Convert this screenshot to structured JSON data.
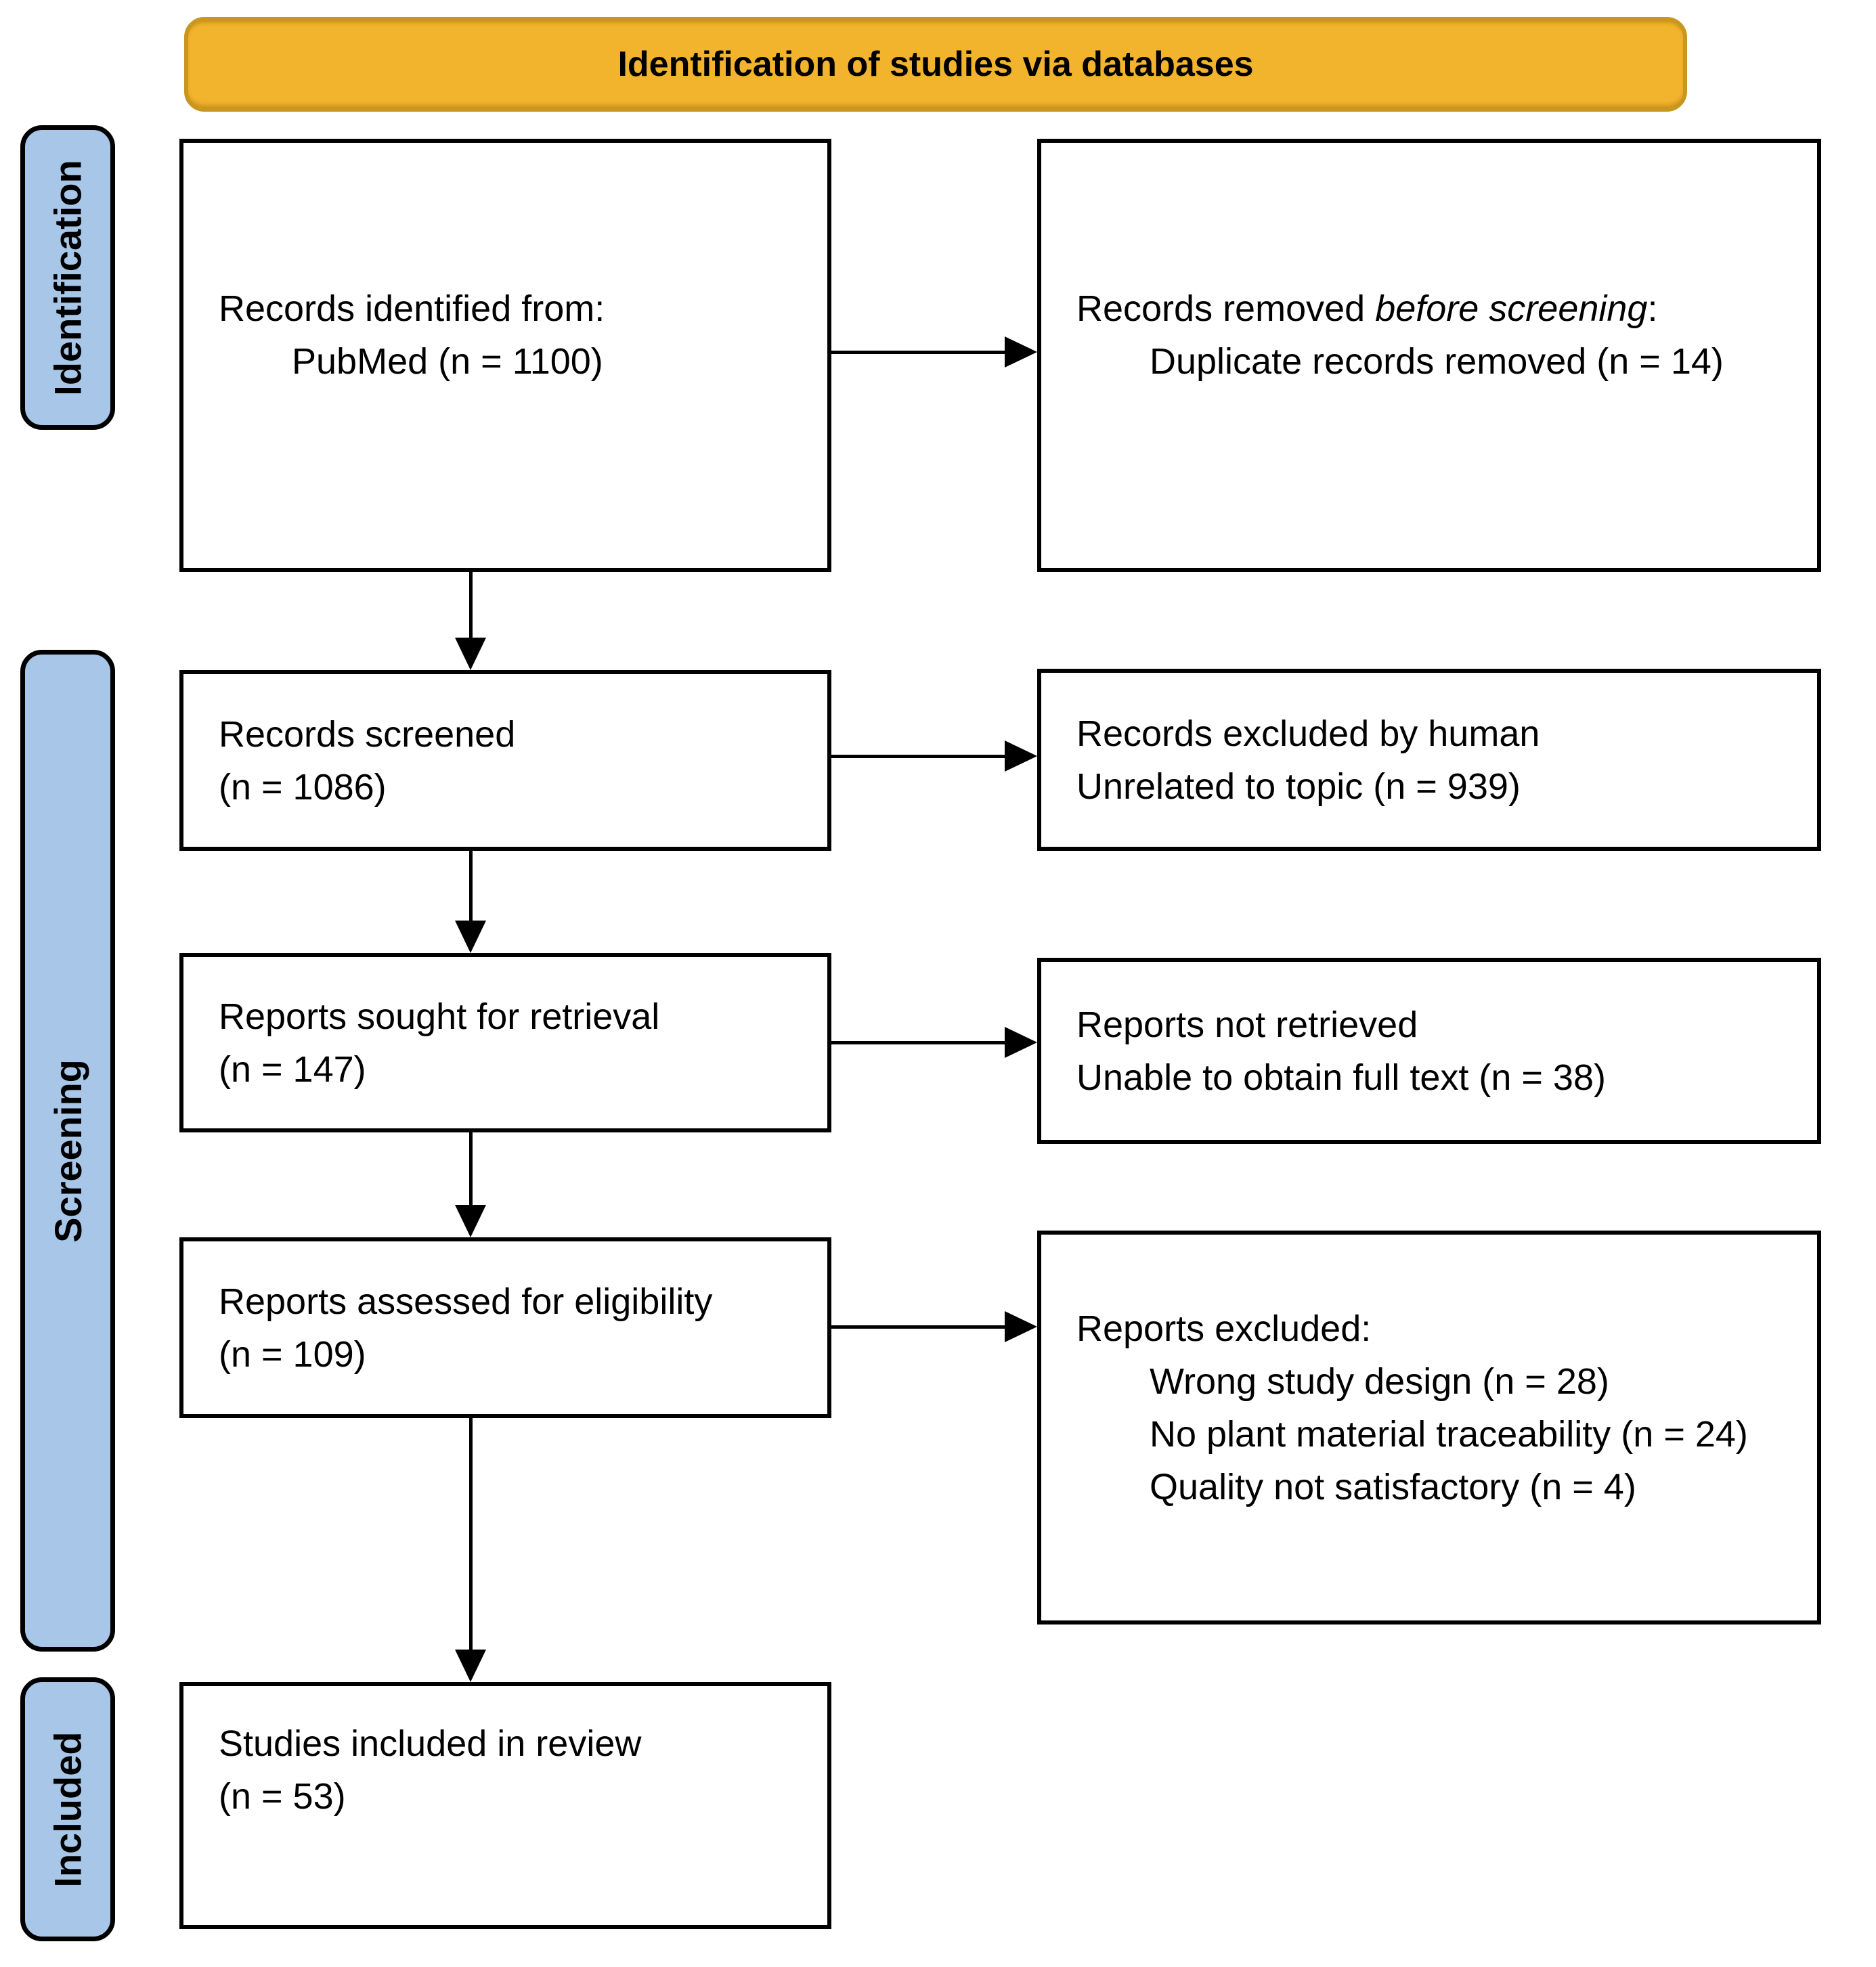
{
  "banner": {
    "label": "Identification of studies via databases"
  },
  "sidebar": {
    "items": [
      {
        "label": "Identification"
      },
      {
        "label": "Screening"
      },
      {
        "label": "Included"
      }
    ]
  },
  "boxes": {
    "identified": {
      "line1": "Records identified from:",
      "line2": "PubMed (n = 1100)"
    },
    "removed": {
      "line1_prefix": "Records removed ",
      "line1_italic": "before screening",
      "line1_suffix": ":",
      "line2": "Duplicate records removed (n = 14)"
    },
    "screened": {
      "line1": "Records screened",
      "line2": "(n = 1086)"
    },
    "excluded_human": {
      "line1": "Records excluded by human",
      "line2": "Unrelated to topic (n = 939)"
    },
    "sought": {
      "line1": "Reports sought for retrieval",
      "line2": "(n = 147)"
    },
    "not_retrieved": {
      "line1": "Reports not retrieved",
      "line2": "Unable to obtain full text (n = 38)"
    },
    "assessed": {
      "line1": "Reports assessed for eligibility",
      "line2": "(n = 109)"
    },
    "reports_excluded": {
      "line1": "Reports excluded:",
      "reasons": [
        "Wrong study design (n = 28)",
        "No plant material traceability (n = 24)",
        "Quality not satisfactory (n = 4)"
      ]
    },
    "included": {
      "line1": "Studies included in review",
      "line2": "(n = 53)"
    }
  },
  "colors": {
    "banner_bg": "#F2B32D",
    "banner_border": "#C9961F",
    "stage_bg": "#A7C6E8",
    "box_border": "#000000",
    "arrow": "#000000"
  }
}
